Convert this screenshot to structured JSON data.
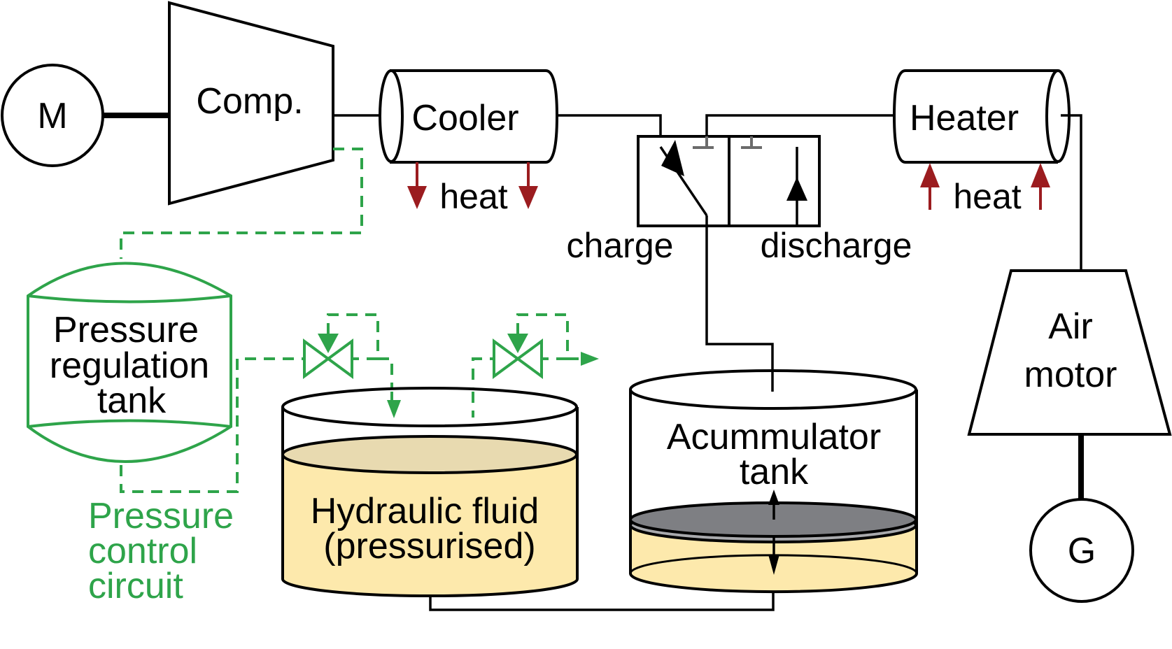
{
  "title": "Compressed air energy storage with hydraulic accumulator",
  "components": {
    "motor": {
      "label": "M"
    },
    "compressor": {
      "label": "Comp."
    },
    "cooler": {
      "label": "Cooler",
      "heat_label": "heat",
      "heat_direction": "out"
    },
    "heater": {
      "label": "Heater",
      "heat_label": "heat",
      "heat_direction": "in"
    },
    "valve": {
      "charge_label": "charge",
      "discharge_label": "discharge"
    },
    "air_motor": {
      "line1": "Air",
      "line2": "motor"
    },
    "generator": {
      "label": "G"
    },
    "pressure_tank": {
      "line1": "Pressure",
      "line2": "regulation",
      "line3": "tank"
    },
    "hydraulic_tank": {
      "line1": "Hydraulic fluid",
      "line2": "(pressurised)"
    },
    "accumulator": {
      "line1": "Acummulator",
      "line2": "tank"
    },
    "control_circuit": {
      "line1": "Pressure",
      "line2": "control",
      "line3": "circuit"
    }
  },
  "colors": {
    "control": "#2ea44a",
    "heat": "#9b1c1f",
    "fluid": "#fde9ac",
    "fluid_surface": "#e8dab0",
    "piston": "#7e7f83",
    "piston_edge": "#a8a9ac"
  }
}
